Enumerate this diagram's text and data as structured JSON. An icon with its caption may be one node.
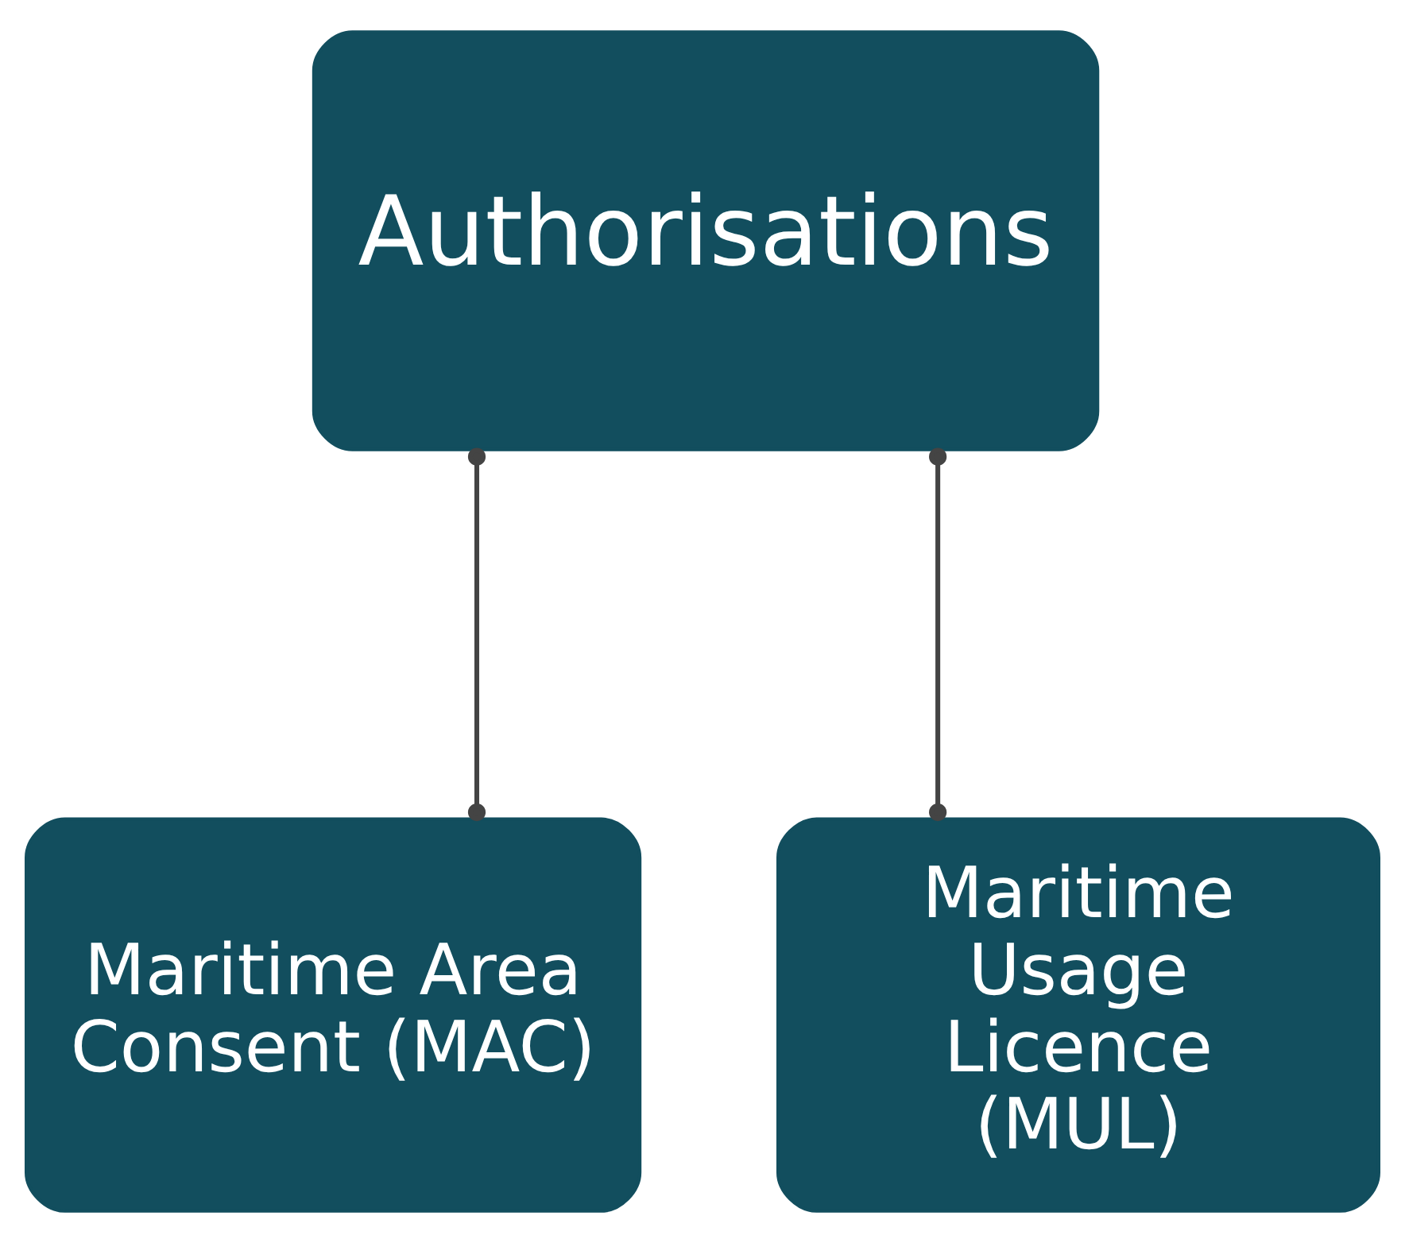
{
  "diagram": {
    "nodes": [
      {
        "text": [
          "Authorisations"
        ]
      },
      {
        "text": [
          "Maritime Area Consent (MAC)"
        ]
      },
      {
        "text": [
          "Maritime Usage Licence (MUL)"
        ]
      }
    ],
    "edges": [
      {
        "from": 0,
        "to": 1,
        "arrow": "other"
      },
      {
        "from": 0,
        "to": 2,
        "arrow": "other"
      }
    ]
  }
}
